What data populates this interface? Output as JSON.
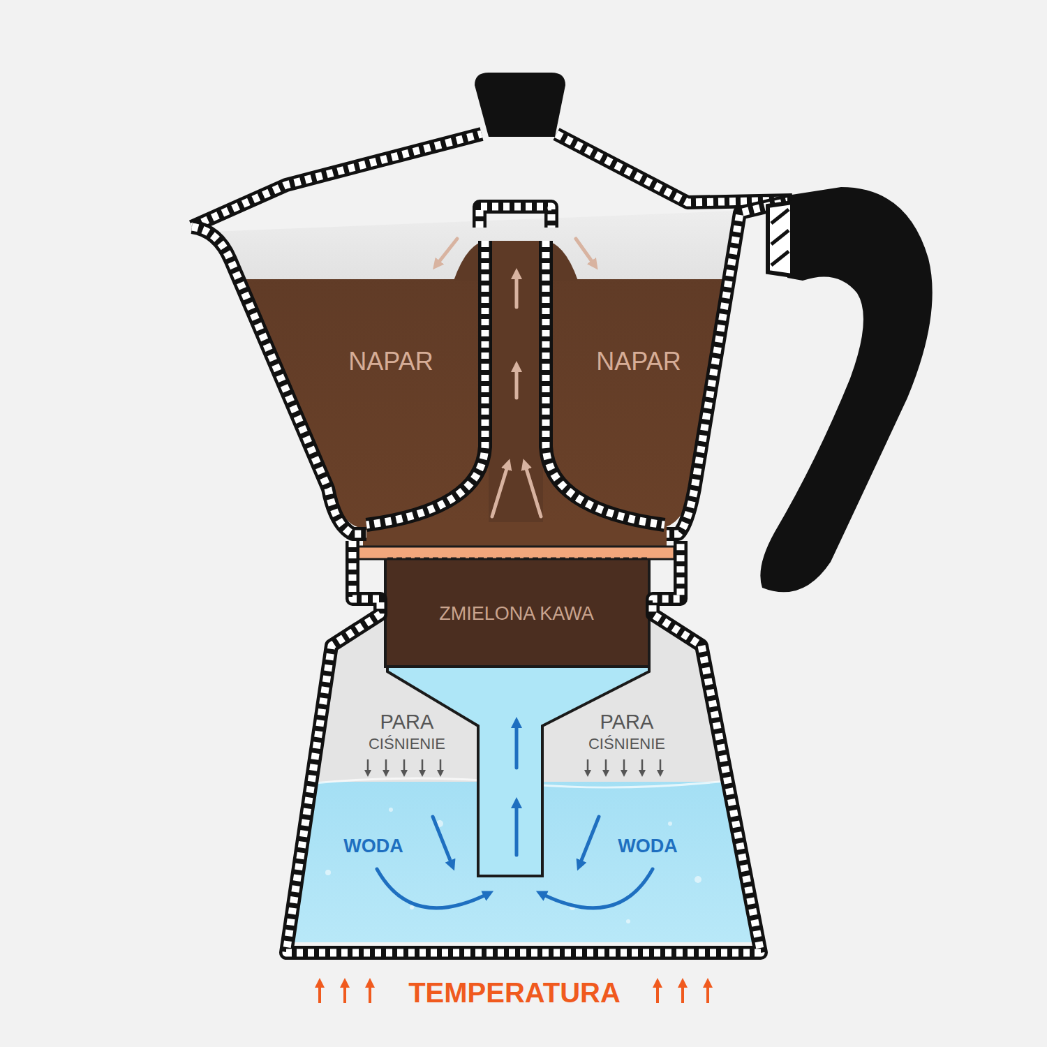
{
  "diagram": {
    "labels": [
      "NAPAR",
      "NAPAR",
      "ZMIELONA KAWA",
      "PARA",
      "CIŚNIENIE",
      "PARA",
      "CIŚNIENIE",
      "WODA",
      "WODA",
      "TEMPERATURA"
    ]
  }
}
